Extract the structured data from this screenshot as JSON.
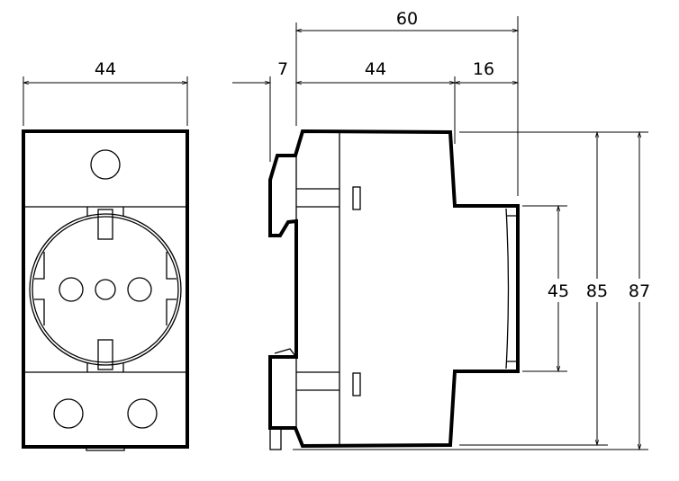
{
  "dimensions": {
    "front_width": "44",
    "total_depth": "60",
    "rail_offset": "7",
    "body_depth": "44",
    "front_depth": "16",
    "front_height": "45",
    "body_height": "85",
    "total_height": "87"
  },
  "colors": {
    "line": "#000000",
    "background": "#ffffff"
  }
}
